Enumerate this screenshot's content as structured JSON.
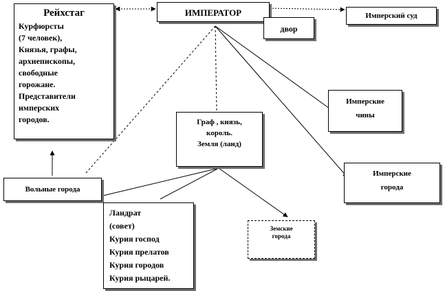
{
  "reichstag": {
    "title": "Рейхстаг",
    "lines": [
      "Курфюрсты",
      "(7 человек),",
      "Князья, графы,",
      "архиепископы,",
      "свободные",
      "горожане.",
      "Представители",
      "имперских",
      "городов."
    ]
  },
  "emperor": {
    "label": "ИМПЕРАТОР"
  },
  "court": {
    "label": "двор"
  },
  "imperial_court": {
    "label": "Имперский суд"
  },
  "imperial_ranks": {
    "lines": [
      "Имперские",
      "чины"
    ]
  },
  "imperial_cities": {
    "lines": [
      "Имперские",
      "города"
    ]
  },
  "count": {
    "lines": [
      "Граф , князь,",
      "король.",
      "Земля (ланд)"
    ]
  },
  "free_cities": {
    "label": "Вольные города"
  },
  "landrat": {
    "lines": [
      "Ландрат",
      "(совет)",
      "Курия господ",
      "Курия прелатов",
      "Курия городов",
      "Курия рыцарей."
    ]
  },
  "land_cities": {
    "lines": [
      "Земские",
      "города"
    ]
  }
}
